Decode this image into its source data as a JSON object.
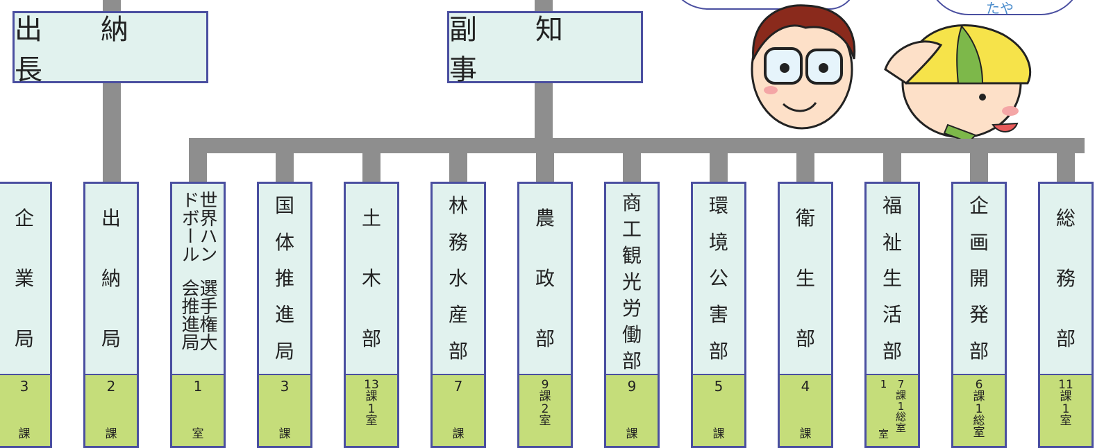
{
  "top_boxes": {
    "treasurer": "出　納　長",
    "vice_governor": "副　知　事"
  },
  "speech_text": "たや",
  "departments": [
    {
      "name": [
        "企",
        "業",
        "局"
      ],
      "count": [
        "3",
        "課"
      ]
    },
    {
      "name": [
        "出",
        "納",
        "局"
      ],
      "count": [
        "2",
        "課"
      ]
    },
    {
      "name_lines": [
        "世界ハンドボール",
        "選手権大会推進局"
      ],
      "count": [
        "1",
        "室"
      ]
    },
    {
      "name": [
        "国",
        "体",
        "推",
        "進",
        "局"
      ],
      "count": [
        "3",
        "課"
      ]
    },
    {
      "name": [
        "土",
        "木",
        "部"
      ],
      "count": [
        "13",
        "課",
        "1",
        "室"
      ]
    },
    {
      "name": [
        "林",
        "務",
        "水",
        "産",
        "部"
      ],
      "count": [
        "7",
        "課"
      ]
    },
    {
      "name": [
        "農",
        "政",
        "部"
      ],
      "count": [
        "9",
        "課",
        "2",
        "室"
      ]
    },
    {
      "name": [
        "商",
        "工",
        "観",
        "光",
        "労",
        "働",
        "部"
      ],
      "count": [
        "9",
        "課"
      ]
    },
    {
      "name": [
        "環",
        "境",
        "公",
        "害",
        "部"
      ],
      "count": [
        "5",
        "課"
      ]
    },
    {
      "name": [
        "衛",
        "生",
        "部"
      ],
      "count": [
        "4",
        "課"
      ]
    },
    {
      "name": [
        "福",
        "祉",
        "生",
        "活",
        "部"
      ],
      "count_left": [
        "1",
        "室"
      ],
      "count_right": [
        "7",
        "課",
        "1",
        "総",
        "室"
      ]
    },
    {
      "name": [
        "企",
        "画",
        "開",
        "発",
        "部"
      ],
      "count": [
        "6",
        "課",
        "1",
        "総",
        "室"
      ]
    },
    {
      "name": [
        "総",
        "務",
        "部"
      ],
      "count": [
        "11",
        "課",
        "1",
        "室"
      ]
    }
  ]
}
